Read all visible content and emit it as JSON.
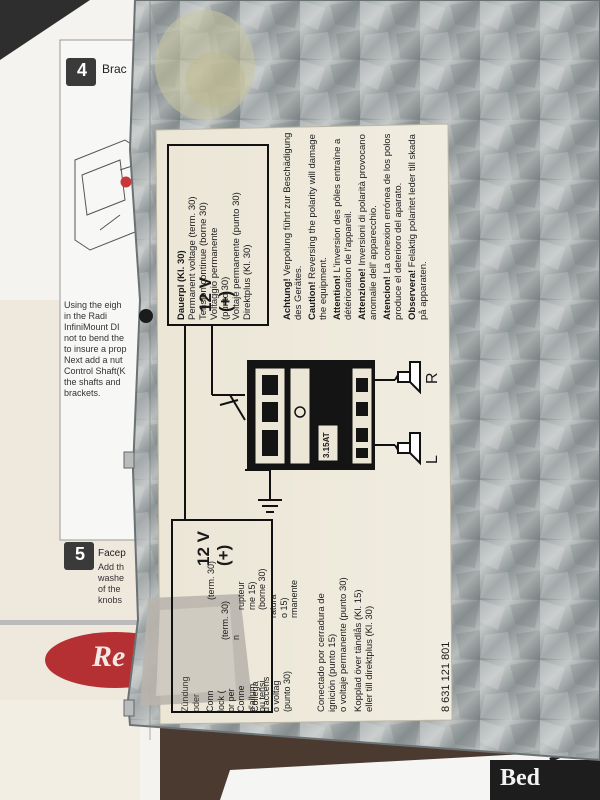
{
  "manual": {
    "step4_number": "4",
    "step4_title_fragment": "Brac",
    "step4_body": [
      "Using the eigh",
      "in the Radi",
      "InfiniMount DI",
      "not to bend the",
      "to insure a prop",
      "Next add a nut",
      "Control Shaft(K",
      "the shafts and",
      "brackets."
    ],
    "step5_number": "5",
    "step5_title_fragment": "Facep",
    "step5_body": [
      "Add th",
      "washe",
      "of the",
      "knobs"
    ],
    "brand_fragment": "Re",
    "bottom_right_fragment": "Bed"
  },
  "label": {
    "part_number": "8 631 121 801",
    "dauerplus_heading": "Dauerpl  (Kl. 30)",
    "dauerplus_lines": [
      "Permanent voltage (term. 30)",
      "Tension continue (borne 30)",
      "Voltaggio permanente",
      "(punto 30)",
      "Voltaje permanente (punto 30)",
      "Direktplus (Kl. 30)"
    ],
    "voltage_top": "12 V",
    "polarity_top": "(+)",
    "voltage_bottom": "12 V",
    "polarity_bottom": "(+)",
    "warnings": [
      {
        "lead": "Achtung!",
        "text": " Verpolung führt zur Beschädigung des Gerätes."
      },
      {
        "lead": "Caution!",
        "text": " Reversing the polarity will damage the equipment."
      },
      {
        "lead": "Attention!",
        "text": " L'inversion des pôles entraîne a détérioration de l'appareil."
      },
      {
        "lead": "Attenzione!",
        "text": " Inversioni di polarità provocano anomalie dell' apparecchio."
      },
      {
        "lead": "Atencion!",
        "text": " La conexion errónea de los polos produce el deterioro del aparato."
      },
      {
        "lead": "Observera!",
        "text": " Felaktig polaritet leder till skada på apparaten."
      }
    ],
    "ignition_lines": [
      "Zündung",
      "oder",
      "Conn",
      "lock (",
      "or per",
      "(term. 30)",
      "Conne",
      "d'allum",
      "ou tensi",
      "Collega",
      "d'accens",
      "o voltag",
      "(punto 30)",
      "Conectado por cerradura de",
      "ignición (punto 15)",
      "o voltaje permanente (punto 30)",
      "Kopplad över tändlås (Kl. 15)",
      "eller till direktplus (Kl. 30)"
    ],
    "ignition_partial": [
      "rupteur",
      "rne 15)",
      "(borne 30)",
      "ratura",
      "o 15)",
      "rmanente",
      "(term. 30)",
      "n"
    ],
    "fuse_label": "3.15AT",
    "speaker_left": "L",
    "speaker_right": "R"
  }
}
